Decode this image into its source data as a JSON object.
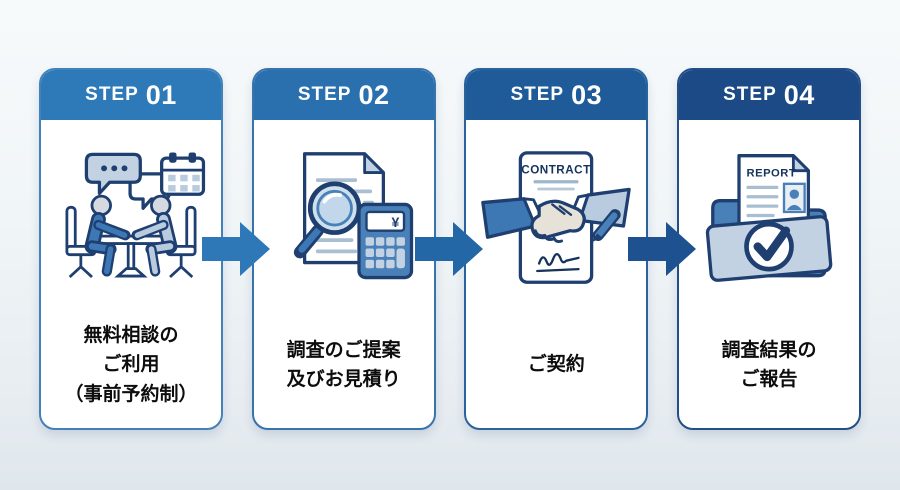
{
  "page": {
    "background_top": "#f7fafb",
    "background_bottom": "#e0e7ec",
    "outline_navy": "#1e3f70"
  },
  "steps": [
    {
      "header": {
        "prefix": "STEP",
        "number": "01"
      },
      "header_color": "#2e7ab9",
      "border_color": "#4381bb",
      "icon": "consultation-icon",
      "label_lines": [
        "無料相談の",
        "ご利用",
        "（事前予約制）"
      ]
    },
    {
      "header": {
        "prefix": "STEP",
        "number": "02"
      },
      "header_color": "#2a6fae",
      "border_color": "#3874ac",
      "icon": "estimate-icon",
      "label_lines": [
        "調査のご提案",
        "及びお見積り"
      ]
    },
    {
      "header": {
        "prefix": "STEP",
        "number": "03"
      },
      "header_color": "#1f5b98",
      "border_color": "#2a629c",
      "icon": "contract-icon",
      "label_lines": [
        "ご契約"
      ]
    },
    {
      "header": {
        "prefix": "STEP",
        "number": "04"
      },
      "header_color": "#1b4a86",
      "border_color": "#234f87",
      "icon": "report-icon",
      "label_lines": [
        "調査結果の",
        "ご報告"
      ]
    }
  ],
  "arrows": [
    {
      "color": "#2e78b8"
    },
    {
      "color": "#2467a6"
    },
    {
      "color": "#1d5190"
    }
  ],
  "icon_text": {
    "contract": "CONTRACT",
    "report": "REPORT",
    "yen": "¥"
  }
}
